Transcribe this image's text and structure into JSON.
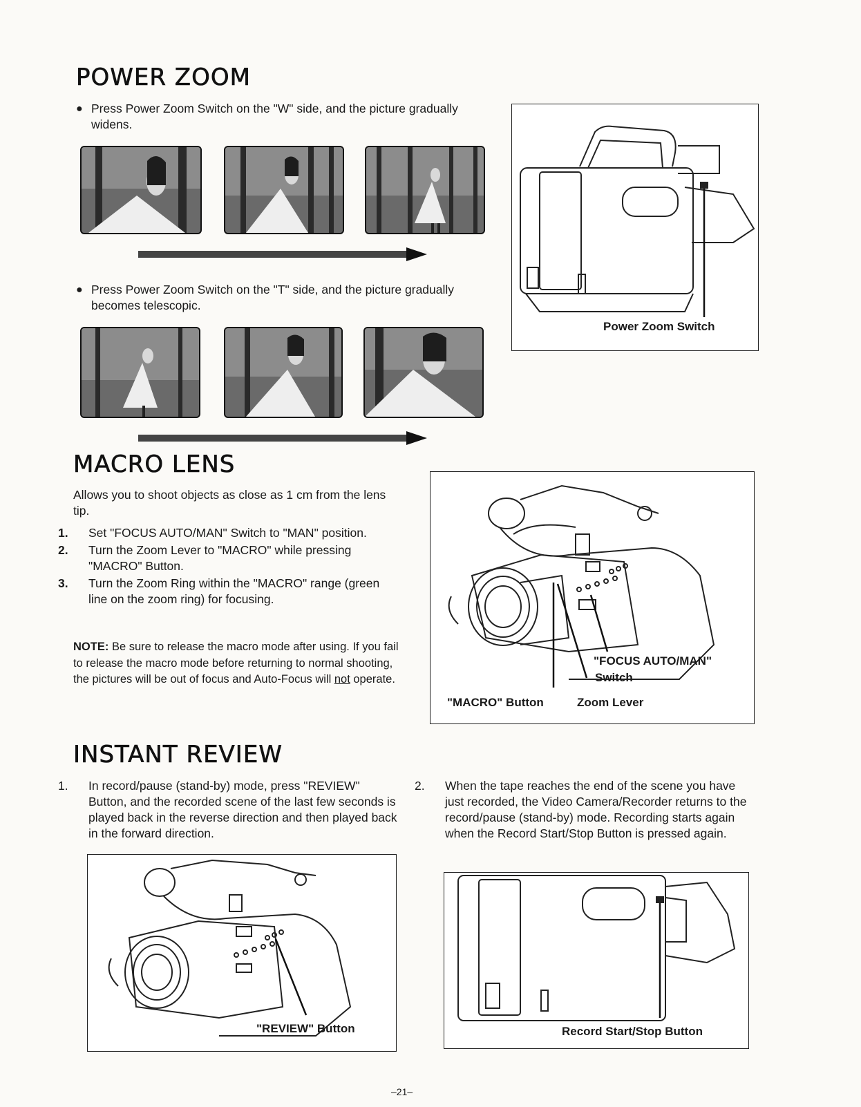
{
  "power_zoom": {
    "title": "POWER ZOOM",
    "bullet_w": "Press Power Zoom Switch on the \"W\" side, and the picture gradually widens.",
    "bullet_t": "Press Power Zoom Switch on the \"T\" side, and the picture gradually becomes telescopic.",
    "switch_label": "Power Zoom Switch"
  },
  "macro": {
    "title": "MACRO LENS",
    "intro": "Allows you to shoot objects as close as 1 cm from the lens tip.",
    "steps": [
      {
        "n": "1.",
        "text": "Set \"FOCUS AUTO/MAN\" Switch to \"MAN\" position."
      },
      {
        "n": "2.",
        "text": "Turn the Zoom Lever to \"MACRO\" while pressing \"MACRO\" Button."
      },
      {
        "n": "3.",
        "text": "Turn the Zoom Ring within the \"MACRO\" range (green line on the zoom ring) for focusing."
      }
    ],
    "note_label": "NOTE:",
    "note_1": "Be sure to release the macro mode after using. If you fail to release the macro mode before returning to normal shooting, the pictures will be out of focus and Auto-Focus will ",
    "note_not": "not",
    "note_2": " operate.",
    "label_focus": "\"FOCUS AUTO/MAN\"",
    "label_switch": "Switch",
    "label_macro_button": "\"MACRO\" Button",
    "label_zoom_lever": "Zoom Lever"
  },
  "review": {
    "title": "INSTANT REVIEW",
    "step1_n": "1.",
    "step1": "In record/pause (stand-by) mode, press \"REVIEW\" Button, and the recorded scene of the last few seconds is played back in the reverse direction and then played back in the forward direction.",
    "step2_n": "2.",
    "step2": "When the tape reaches the end of the scene you have just recorded, the Video Camera/Recorder returns to the record/pause (stand-by) mode. Recording starts again when the Record Start/Stop Button is pressed again.",
    "label_review": "\"REVIEW\" Button",
    "label_record": "Record Start/Stop Button"
  },
  "page_number": "–21–"
}
